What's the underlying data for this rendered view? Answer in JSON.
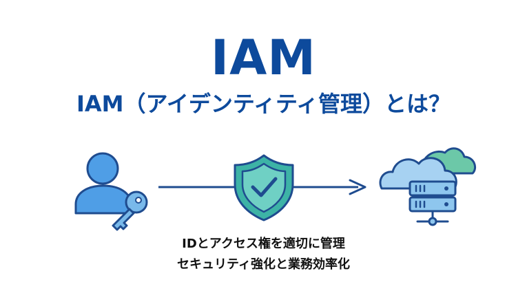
{
  "title": "IAM",
  "subtitle": "IAM（アイデンティティ管理）とは？",
  "caption_lines": [
    "IDとアクセス権を適切に管理",
    "セキュリティ強化と業務効率化"
  ],
  "icons": {
    "left": "user-key-icon",
    "center": "shield-check-icon",
    "right": "cloud-server-icon"
  },
  "colors": {
    "title": "#0d4a9c",
    "outline": "#1f4c8f",
    "user_fill": "#4f9ee6",
    "key_fill": "#79b9ea",
    "shield_fill": "#3db3a6",
    "cloud_fill": "#a7d2f2",
    "cloud_green": "#6cc8a8",
    "server_fill": "#8ec6ee"
  }
}
